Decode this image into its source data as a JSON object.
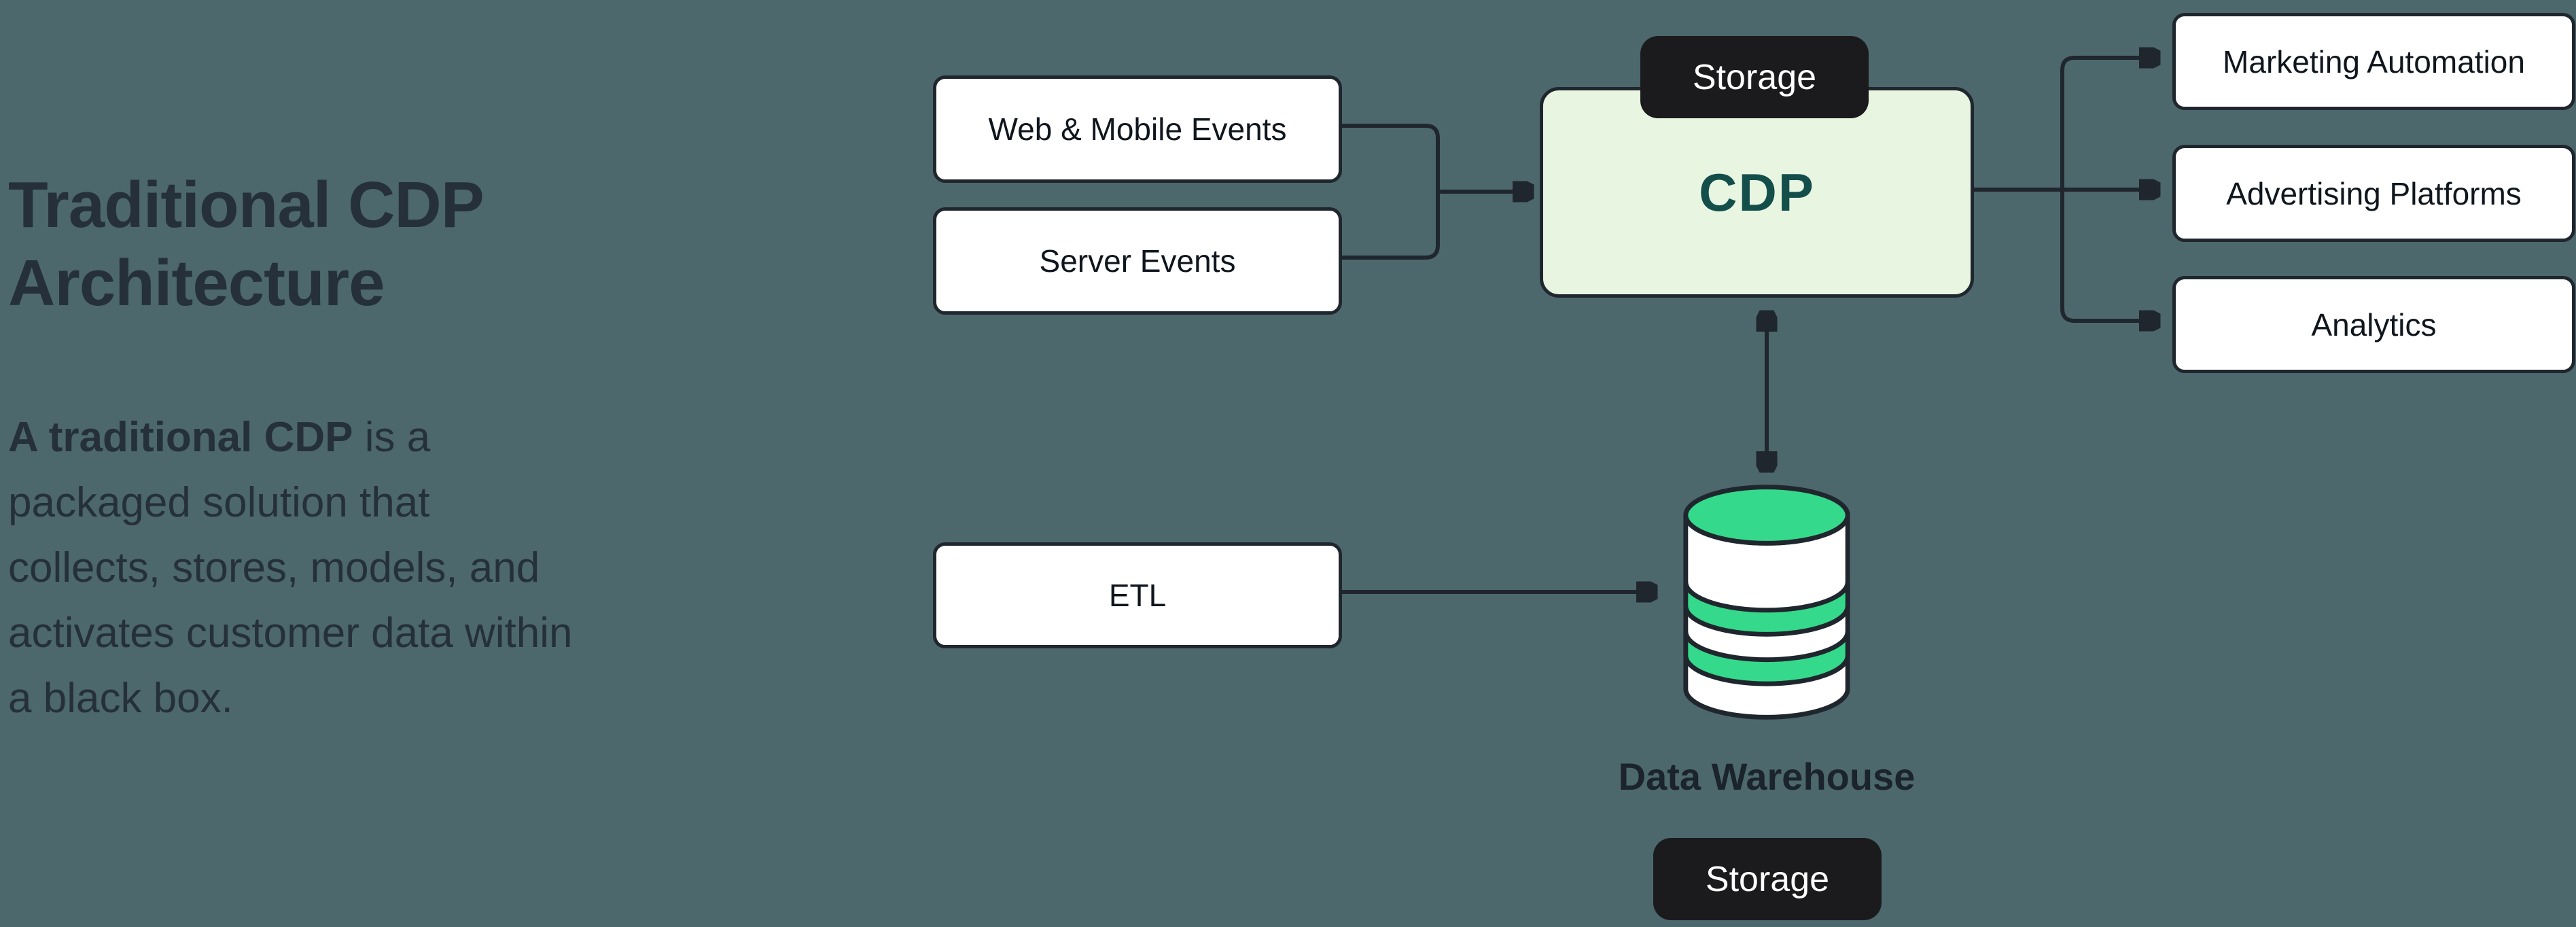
{
  "header": {
    "title_line1": "Traditional CDP",
    "title_line2": "Architecture"
  },
  "description": {
    "bold": "A traditional CDP",
    "rest": " is a packaged solution that collects, stores, models, and activates customer data within a black box."
  },
  "sources": {
    "web_mobile": "Web & Mobile Events",
    "server": "Server Events",
    "etl": "ETL"
  },
  "cdp": {
    "label": "CDP",
    "storage_badge": "Storage"
  },
  "warehouse": {
    "label": "Data Warehouse",
    "storage_badge": "Storage"
  },
  "destinations": {
    "marketing": "Marketing Automation",
    "advertising": "Advertising Platforms",
    "analytics": "Analytics"
  },
  "colors": {
    "background": "#4C686C",
    "box_border": "#20262E",
    "box_fill": "#FFFFFF",
    "cdp_fill": "#E7F5E1",
    "cdp_text": "#134E4A",
    "badge_bg": "#1B1B1D",
    "badge_text": "#FFFFFF",
    "db_green": "#35D98B",
    "arrow": "#20262E",
    "text_dark": "#25303A"
  }
}
